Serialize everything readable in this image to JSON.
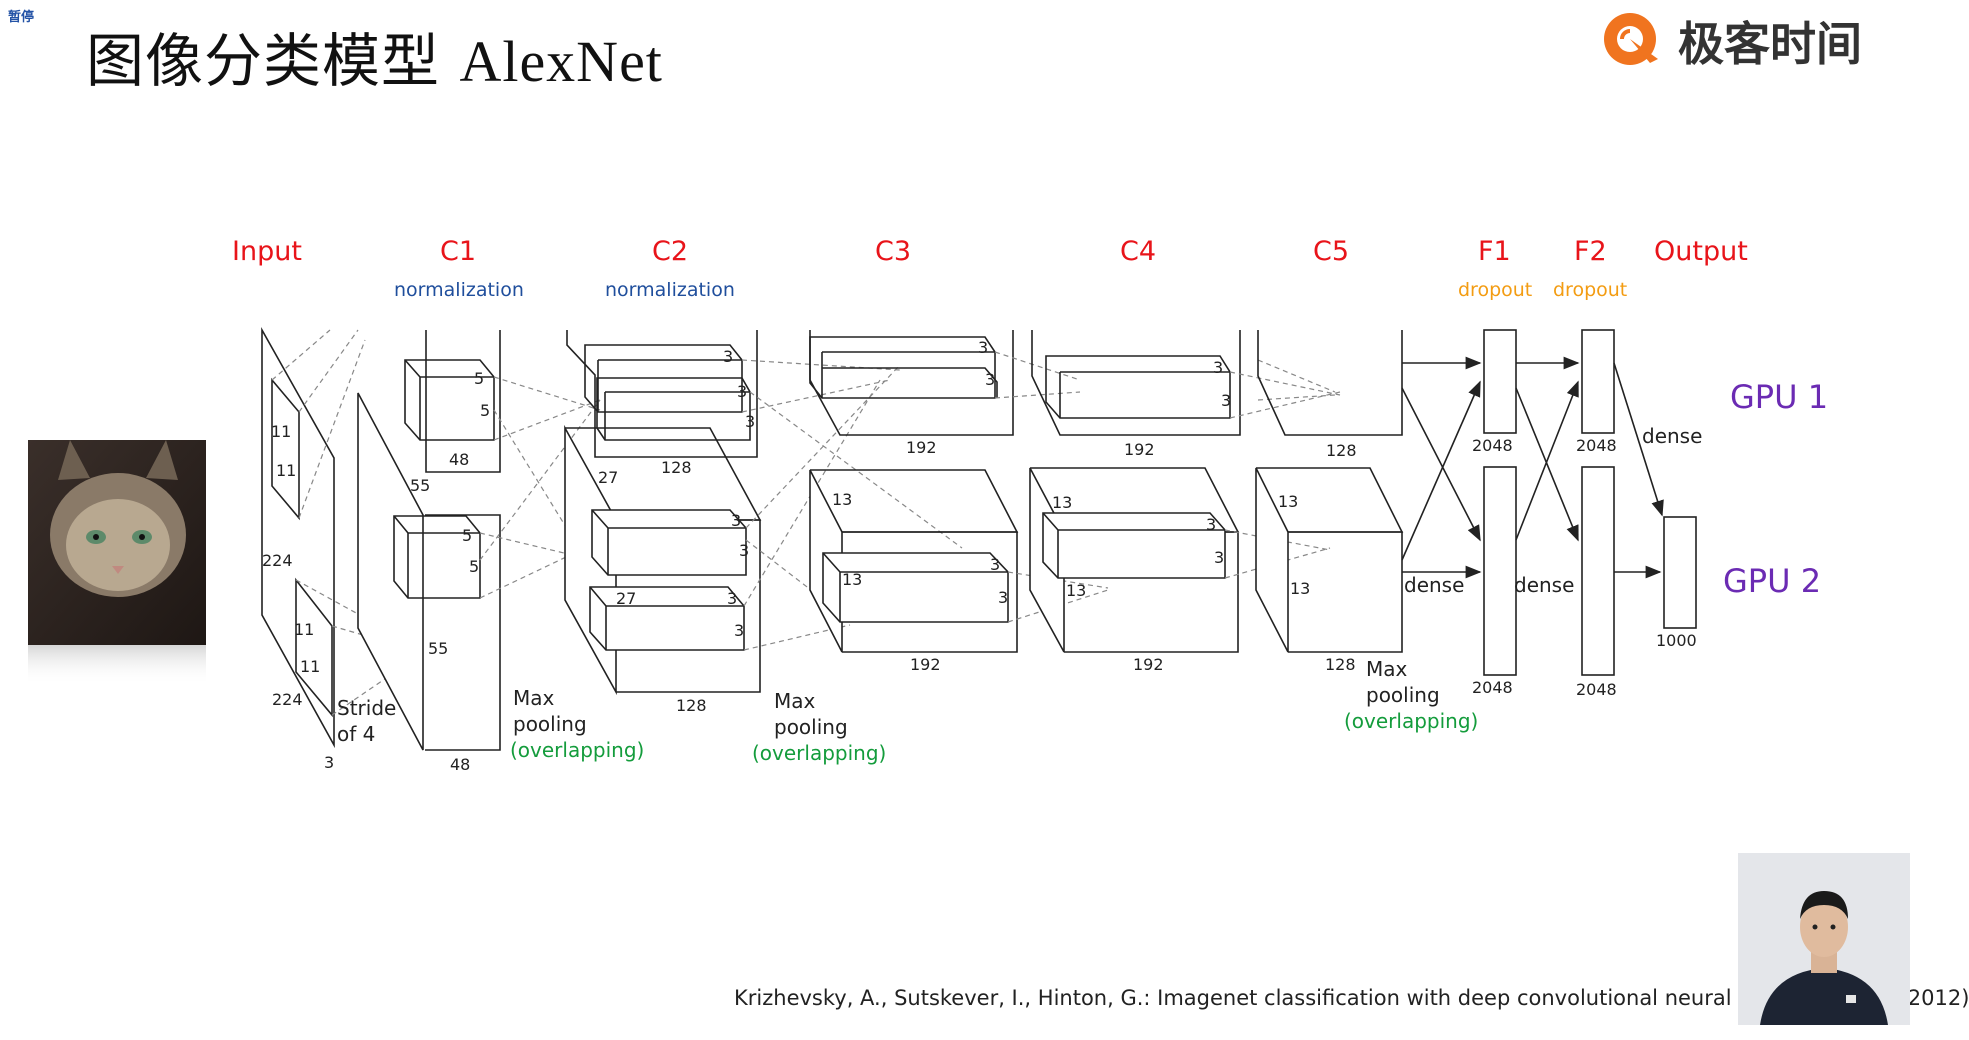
{
  "overlay": {
    "pause_badge": "暂停"
  },
  "slide": {
    "title_cn": "图像分类模型 ",
    "title_en": "AlexNet",
    "logo_text": "极客时间",
    "citation": "Krizhevsky, A., Sutskever, I., Hinton, G.: Imagenet classification with deep convolutional neural networks. In: ... 2012)"
  },
  "diagram": {
    "stage_labels": {
      "input": "Input",
      "c1": "C1",
      "c2": "C2",
      "c3": "C3",
      "c4": "C4",
      "c5": "C5",
      "f1": "F1",
      "f2": "F2",
      "output": "Output"
    },
    "sub_labels": {
      "c1_norm": "normalization",
      "c2_norm": "normalization",
      "f1_dropout": "dropout",
      "f2_dropout": "dropout"
    },
    "gpu_labels": {
      "gpu1": "GPU 1",
      "gpu2": "GPU 2"
    },
    "dim_labels": {
      "in_11a": "11",
      "in_11b": "11",
      "in_224a": "224",
      "in_11c": "11",
      "in_11d": "11",
      "in_224b": "224",
      "in_3": "3",
      "stride_1": "Stride",
      "stride_2": "of 4",
      "c1_5a": "5",
      "c1_5b": "5",
      "c1_48a": "48",
      "c1_55a": "55",
      "c1_5c": "5",
      "c1_5d": "5",
      "c1_55b": "55",
      "c1_48b": "48",
      "c2_3a": "3",
      "c2_3b": "3",
      "c2_3c": "3",
      "c2_128a": "128",
      "c2_27a": "27",
      "c2_3d": "3",
      "c2_3e": "3",
      "c2_27b": "27",
      "c2_3f": "3",
      "c2_3g": "3",
      "c2_128b": "128",
      "c3_3a": "3",
      "c3_3b": "3",
      "c3_192a": "192",
      "c3_13a": "13",
      "c3_13b": "13",
      "c3_3c": "3",
      "c3_3d": "3",
      "c3_192b": "192",
      "c4_3a": "3",
      "c4_3b": "3",
      "c4_192a": "192",
      "c4_13a": "13",
      "c4_13b": "13",
      "c4_3c": "3",
      "c4_3d": "3",
      "c4_192b": "192",
      "c5_128a": "128",
      "c5_13a": "13",
      "c5_13b": "13",
      "c5_128b": "128",
      "f1_2048a": "2048",
      "f1_2048b": "2048",
      "f2_2048a": "2048",
      "f2_2048b": "2048",
      "out_1000": "1000"
    },
    "pool_labels": {
      "p1_l1": "Max",
      "p1_l2": "pooling",
      "p1_l3": "(overlapping)",
      "p2_l1": "Max",
      "p2_l2": "pooling",
      "p2_l3": "(overlapping)",
      "p3_l1": "Max",
      "p3_l2": "pooling",
      "p3_l3": "(overlapping)"
    },
    "dense_labels": {
      "d1": "dense",
      "d2": "dense",
      "d3": "dense"
    },
    "colors": {
      "stage": "#e8141a",
      "norm": "#1f4e9c",
      "dropout": "#f39c12",
      "pool": "#149c3c",
      "gpu": "#6b2bb3",
      "line": "#222222"
    }
  }
}
